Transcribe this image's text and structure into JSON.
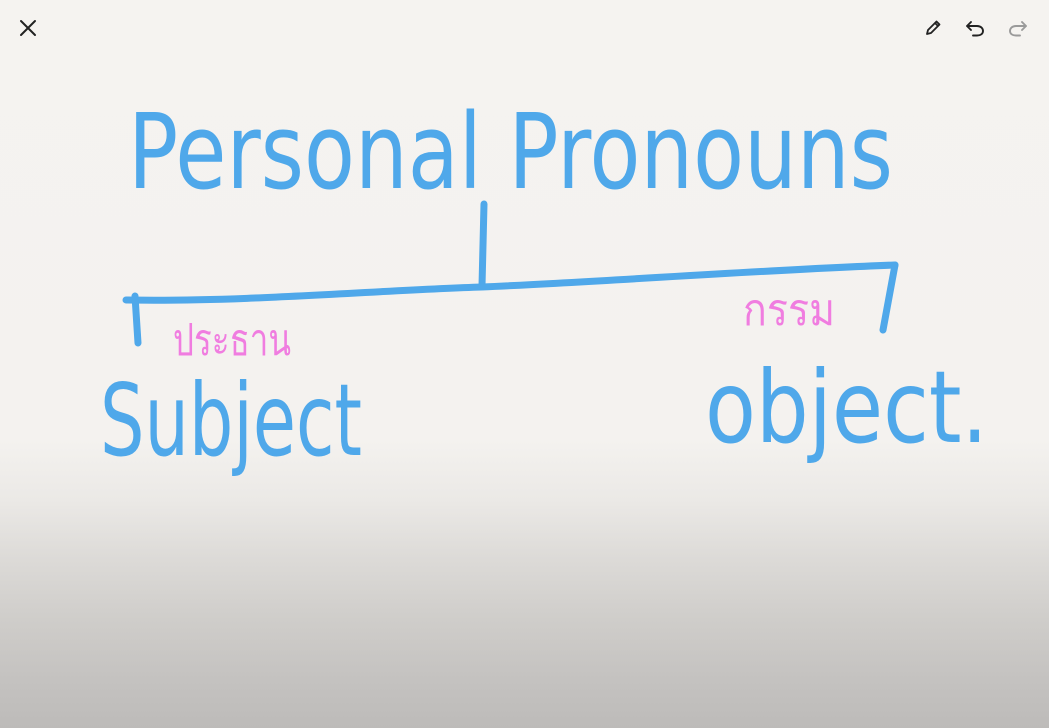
{
  "toolbar": {
    "close_icon": "close-icon",
    "pen_icon": "pencil-icon",
    "undo_icon": "undo-icon",
    "redo_icon": "redo-icon"
  },
  "drawing": {
    "title": "Personal Pronouns",
    "left_branch": "Subject",
    "left_annotation": "ประธาน",
    "right_branch": "object.",
    "right_annotation": "กรรม"
  },
  "colors": {
    "ink_blue": "#4fa8ea",
    "ink_pink": "#f07de0",
    "icon": "#222222",
    "icon_disabled": "#9a9a9a"
  }
}
